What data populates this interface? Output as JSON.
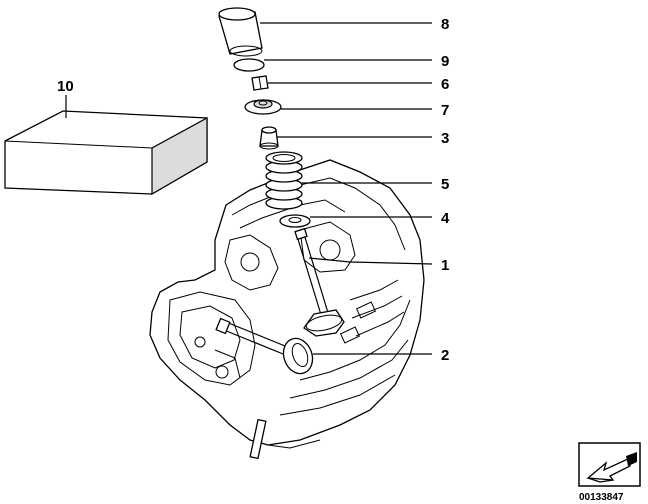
{
  "diagram": {
    "labels": {
      "p1": "1",
      "p2": "2",
      "p3": "3",
      "p4": "4",
      "p5": "5",
      "p6": "6",
      "p7": "7",
      "p8": "8",
      "p9": "9",
      "p10": "10"
    },
    "drawing_number": "00133847"
  }
}
